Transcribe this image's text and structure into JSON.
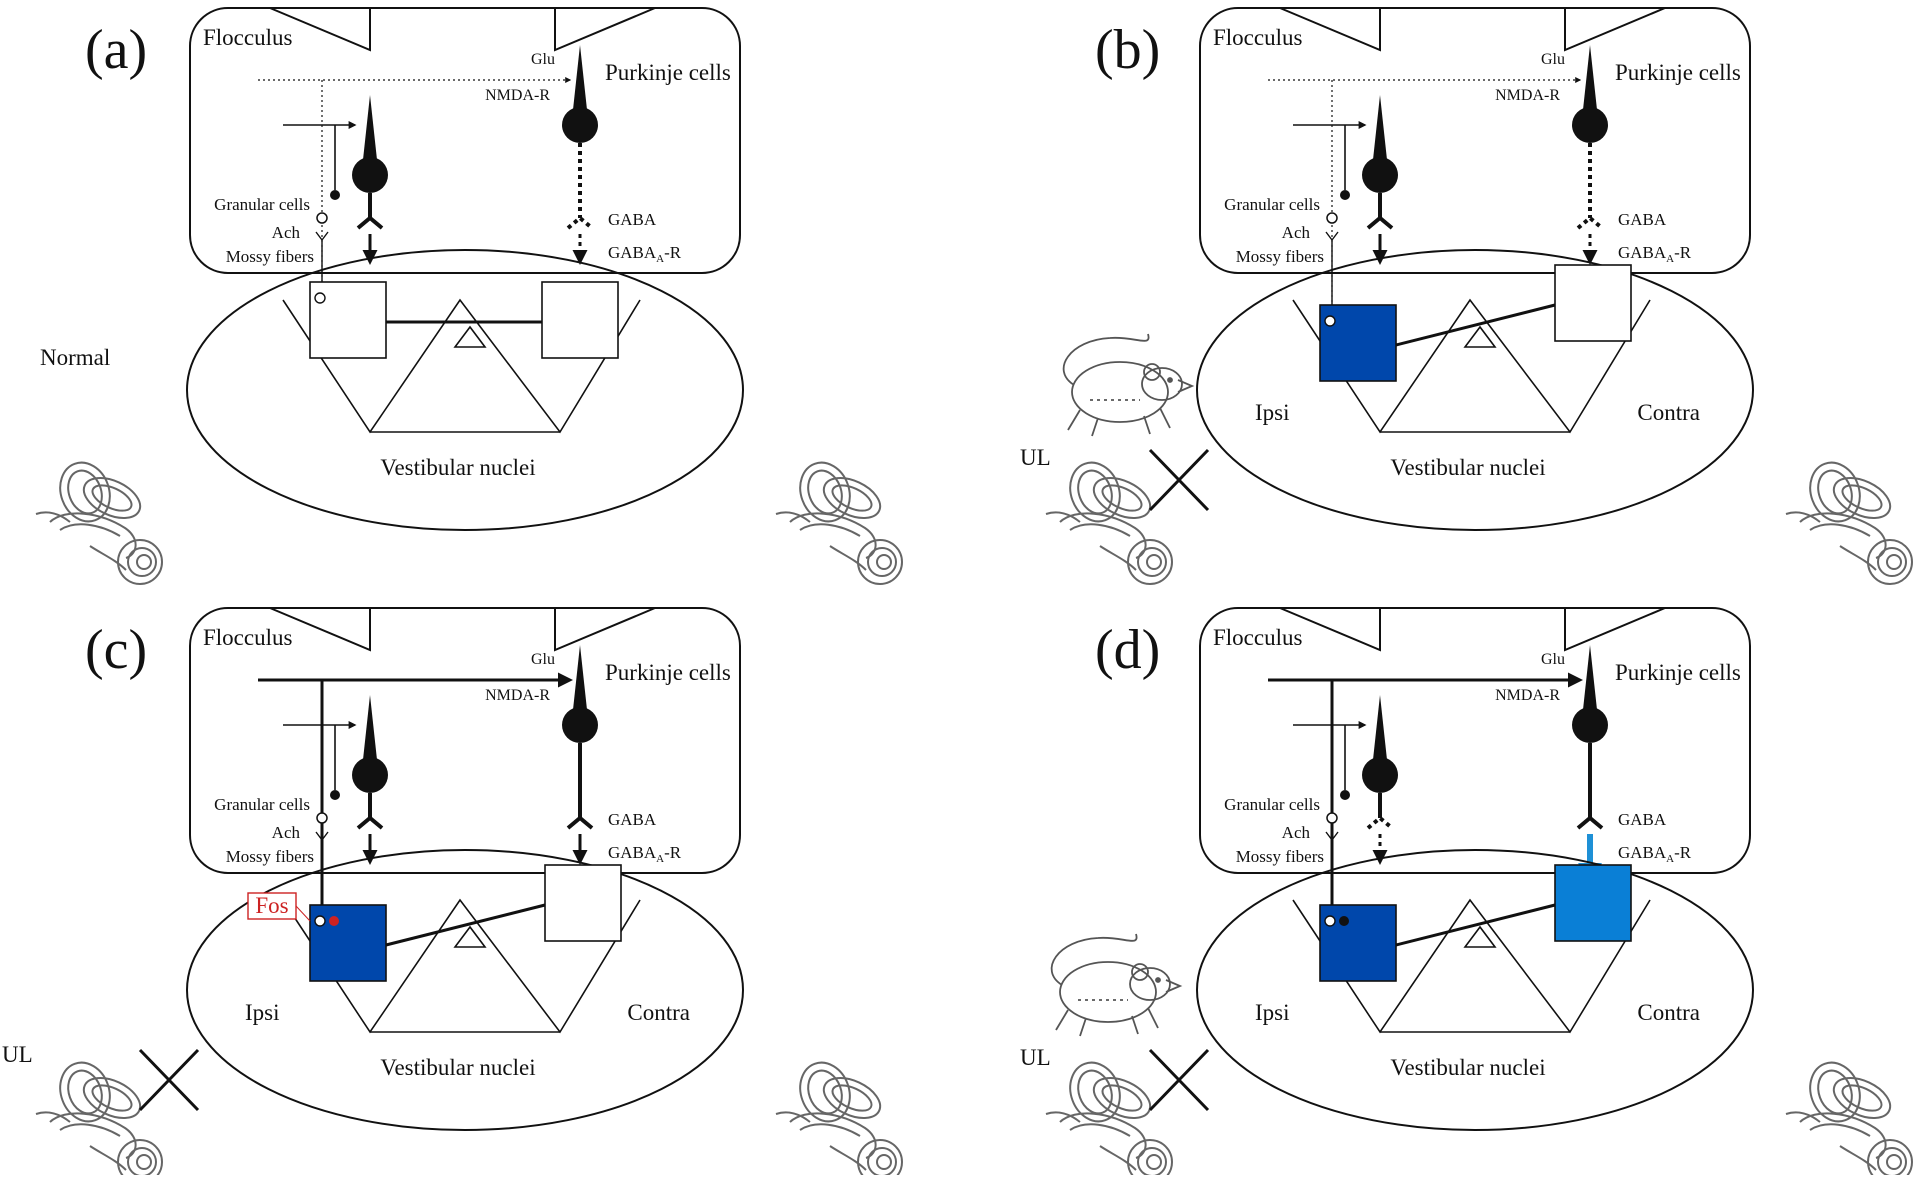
{
  "panels": [
    {
      "id": "a",
      "letter": "(a)",
      "flocculus": "Flocculus",
      "purkinje": "Purkinje cells",
      "glu": "Glu",
      "nmda": "NMDA-R",
      "granular": "Granular cells",
      "ach": "Ach",
      "mossy": "Mossy fibers",
      "gaba": "GABA",
      "gabaa_main": "GABA",
      "gabaa_sub": "A",
      "gabaa_tail": "-R",
      "nuclei": "Vestibular nuclei",
      "side_label": "Normal",
      "ipsi": "",
      "contra": "",
      "ul": "",
      "fos": "",
      "left_box_color": "#ffffff",
      "right_box_color": "#ffffff"
    },
    {
      "id": "b",
      "letter": "(b)",
      "flocculus": "Flocculus",
      "purkinje": "Purkinje cells",
      "glu": "Glu",
      "nmda": "NMDA-R",
      "granular": "Granular cells",
      "ach": "Ach",
      "mossy": "Mossy fibers",
      "gaba": "GABA",
      "gabaa_main": "GABA",
      "gabaa_sub": "A",
      "gabaa_tail": "-R",
      "nuclei": "Vestibular nuclei",
      "side_label": "",
      "ipsi": "Ipsi",
      "contra": "Contra",
      "ul": "UL",
      "fos": "",
      "left_box_color": "#0047ab",
      "right_box_color": "#ffffff"
    },
    {
      "id": "c",
      "letter": "(c)",
      "flocculus": "Flocculus",
      "purkinje": "Purkinje cells",
      "glu": "Glu",
      "nmda": "NMDA-R",
      "granular": "Granular cells",
      "ach": "Ach",
      "mossy": "Mossy fibers",
      "gaba": "GABA",
      "gabaa_main": "GABA",
      "gabaa_sub": "A",
      "gabaa_tail": "-R",
      "nuclei": "Vestibular nuclei",
      "side_label": "",
      "ipsi": "Ipsi",
      "contra": "Contra",
      "ul": "UL",
      "fos": "Fos",
      "left_box_color": "#0047ab",
      "right_box_color": "#ffffff"
    },
    {
      "id": "d",
      "letter": "(d)",
      "flocculus": "Flocculus",
      "purkinje": "Purkinje cells",
      "glu": "Glu",
      "nmda": "NMDA-R",
      "granular": "Granular cells",
      "ach": "Ach",
      "mossy": "Mossy fibers",
      "gaba": "GABA",
      "gabaa_main": "GABA",
      "gabaa_sub": "A",
      "gabaa_tail": "-R",
      "nuclei": "Vestibular nuclei",
      "side_label": "",
      "ipsi": "Ipsi",
      "contra": "Contra",
      "ul": "UL",
      "fos": "",
      "left_box_color": "#0047ab",
      "right_box_color": "#0a7fd6"
    }
  ],
  "colors": {
    "line": "#111111",
    "fos_red": "#cc2222",
    "arrow_blue": "#1e90d6"
  },
  "icons": [
    "inner-ear-icon",
    "rat-icon",
    "cross-icon"
  ]
}
